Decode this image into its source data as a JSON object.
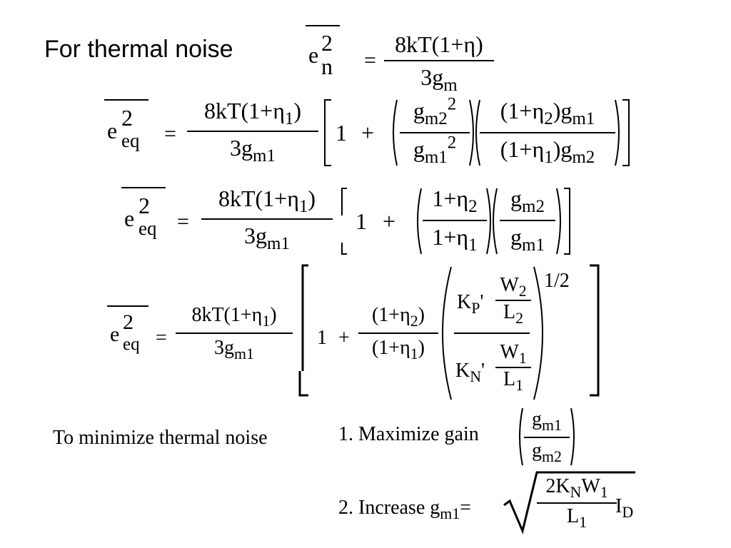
{
  "title": "For thermal noise",
  "symbols": {
    "e": "e",
    "two": "2",
    "n": "n",
    "eq_sub": "eq",
    "equals": "=",
    "one": "1",
    "plus": "+"
  },
  "eq0": {
    "num": "8kT(1+η)",
    "den": "3g",
    "den_sub": "m"
  },
  "eq1": {
    "num": "8kT(1+η",
    "num_sub": "1",
    "num_end": ")",
    "den": "3g",
    "den_sub": "m1",
    "a_num": "g",
    "a_num_sub": "m2",
    "a_num_sup": "2",
    "a_den": "g",
    "a_den_sub": "m1",
    "a_den_sup": "2",
    "b_num_a": "(1+η",
    "b_num_sub": "2",
    "b_num_b": ")g",
    "b_num_sub2": "m1",
    "b_den_a": "(1+η",
    "b_den_sub": "1",
    "b_den_b": ")g",
    "b_den_sub2": "m2"
  },
  "eq2": {
    "a_num": "1+η",
    "a_num_sub": "2",
    "a_den": "1+η",
    "a_den_sub": "1",
    "b_num": "g",
    "b_num_sub": "m2",
    "b_den": "g",
    "b_den_sub": "m1"
  },
  "eq3": {
    "ratio_num_a": "(1+η",
    "ratio_num_sub": "2",
    "ratio_num_b": ")",
    "ratio_den_a": "(1+η",
    "ratio_den_sub": "1",
    "ratio_den_b": ")",
    "kp": "K",
    "kp_sub": "P",
    "prime": "'",
    "w2": "W",
    "w2_sub": "2",
    "l2": "L",
    "l2_sub": "2",
    "kn": "K",
    "kn_sub": "N",
    "w1": "W",
    "w1_sub": "1",
    "l1": "L",
    "l1_sub": "1",
    "exponent": "1/2"
  },
  "minimize": {
    "label": "To minimize thermal noise",
    "item1": "1. Maximize gain",
    "gain_num": "g",
    "gain_num_sub": "m1",
    "gain_den": "g",
    "gain_den_sub": "m2",
    "item2": "2. Increase g",
    "item2_sub": "m1",
    "item2_eq": "=",
    "root_num_a": "2K",
    "root_num_sub": "N",
    "root_num_b": "W",
    "root_num_sub2": "1",
    "root_den": "L",
    "root_den_sub": "1",
    "id": "I",
    "id_sub": "D"
  }
}
